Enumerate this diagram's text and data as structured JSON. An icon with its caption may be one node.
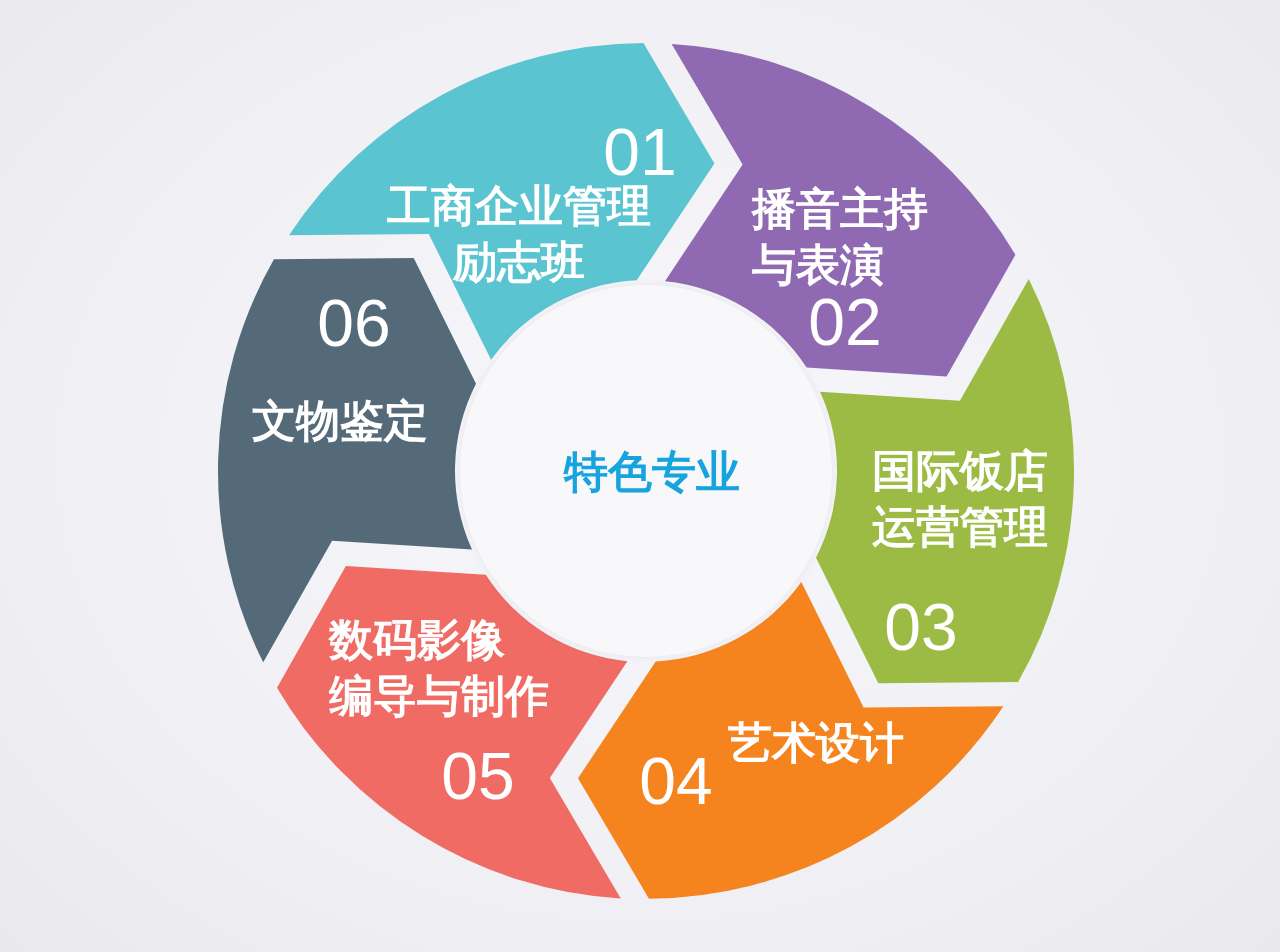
{
  "diagram": {
    "nodes": [
      {
        "text": [
          "特色专业"
        ]
      },
      {
        "text": [
          "01",
          "工商企业管理励志班"
        ]
      },
      {
        "text": [
          "播音主持与表演",
          "02"
        ]
      },
      {
        "text": [
          "国际饭店运营管理",
          "03"
        ]
      },
      {
        "text": [
          "艺术设计",
          "04"
        ]
      },
      {
        "text": [
          "数码影像编导与制作",
          "05"
        ]
      },
      {
        "text": [
          "06",
          "文物鉴定"
        ]
      }
    ]
  }
}
